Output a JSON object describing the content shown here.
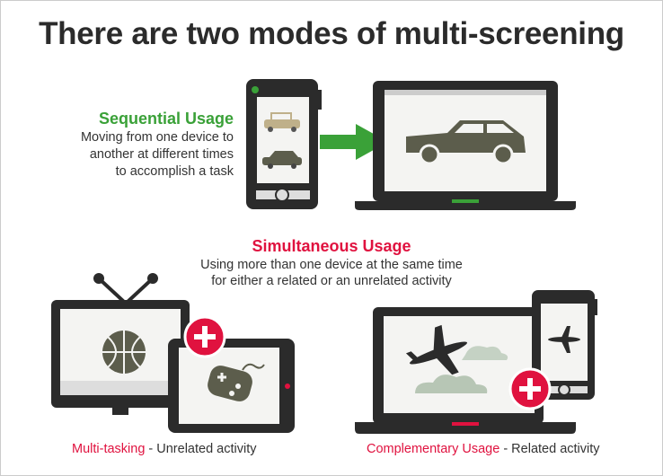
{
  "title": "There are two modes of multi-screening",
  "sequential": {
    "heading": "Sequential Usage",
    "lines": [
      "Moving from one device to",
      "another at different times",
      "to accomplish a task"
    ]
  },
  "simultaneous": {
    "heading": "Simultaneous Usage",
    "lines": [
      "Using more than one device at the same time",
      "for either a related or an unrelated activity"
    ]
  },
  "captions": {
    "left": {
      "highlight": "Multi-tasking",
      "rest": " - Unrelated activity"
    },
    "right": {
      "highlight": "Complementary Usage",
      "rest": " - Related activity"
    }
  },
  "colors": {
    "green": "#3aa138",
    "red": "#e0123f",
    "dark": "#2b2b2b",
    "olive": "#5c5d4c"
  }
}
